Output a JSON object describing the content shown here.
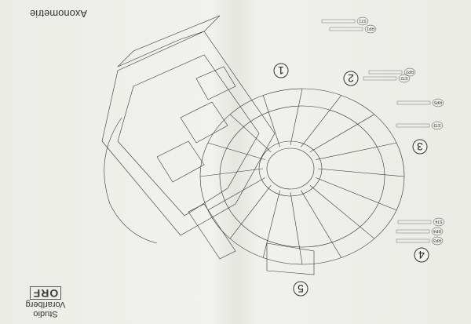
{
  "drawing": {
    "title": "Axonometrie",
    "logo_text": "ORF",
    "studio_name": "Studio Vorarlberg",
    "section_numbers": [
      "1",
      "2",
      "3",
      "4",
      "5"
    ],
    "room_tags": [
      "ST1",
      "RP1",
      "RP2",
      "ST2",
      "RP5",
      "ST3",
      "RP4",
      "RP3",
      "ST4"
    ]
  }
}
